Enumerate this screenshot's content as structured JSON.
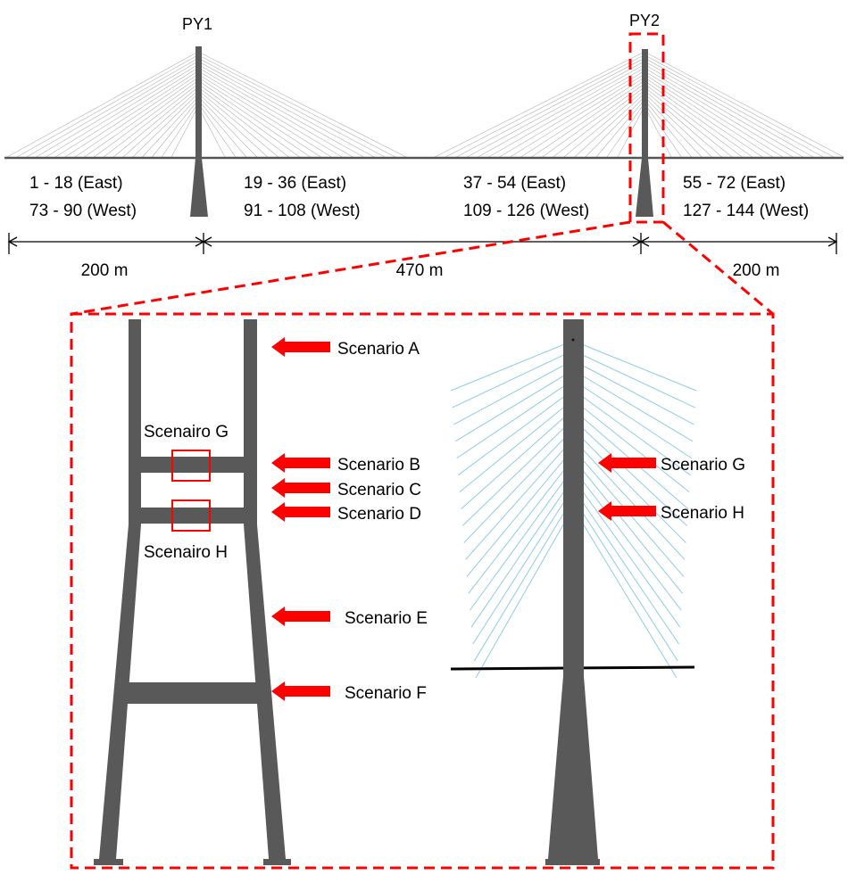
{
  "towers": {
    "py1": "PY1",
    "py2": "PY2"
  },
  "spans": [
    {
      "east": "1 - 18 (East)",
      "west": "73 - 90 (West)"
    },
    {
      "east": "19 - 36 (East)",
      "west": "91 - 108 (West)"
    },
    {
      "east": "37 - 54 (East)",
      "west": "109 - 126 (West)"
    },
    {
      "east": "55 - 72 (East)",
      "west": "127 - 144 (West)"
    }
  ],
  "dimensions": [
    "200 m",
    "470 m",
    "200 m"
  ],
  "front_view": {
    "scenarios": [
      "Scenario A",
      "Scenario B",
      "Scenario C",
      "Scenario D",
      "Scenario E",
      "Scenario F"
    ],
    "box_labels": [
      "Scenairo G",
      "Scenairo H"
    ]
  },
  "side_view": {
    "scenarios": [
      "Scenario G",
      "Scenario H"
    ]
  },
  "colors": {
    "tower": "#595959",
    "highlight": "#ff0000",
    "cable_overview": "#b0b0b0",
    "cable_detail": "#8ecbe6",
    "deck": "#000000"
  }
}
